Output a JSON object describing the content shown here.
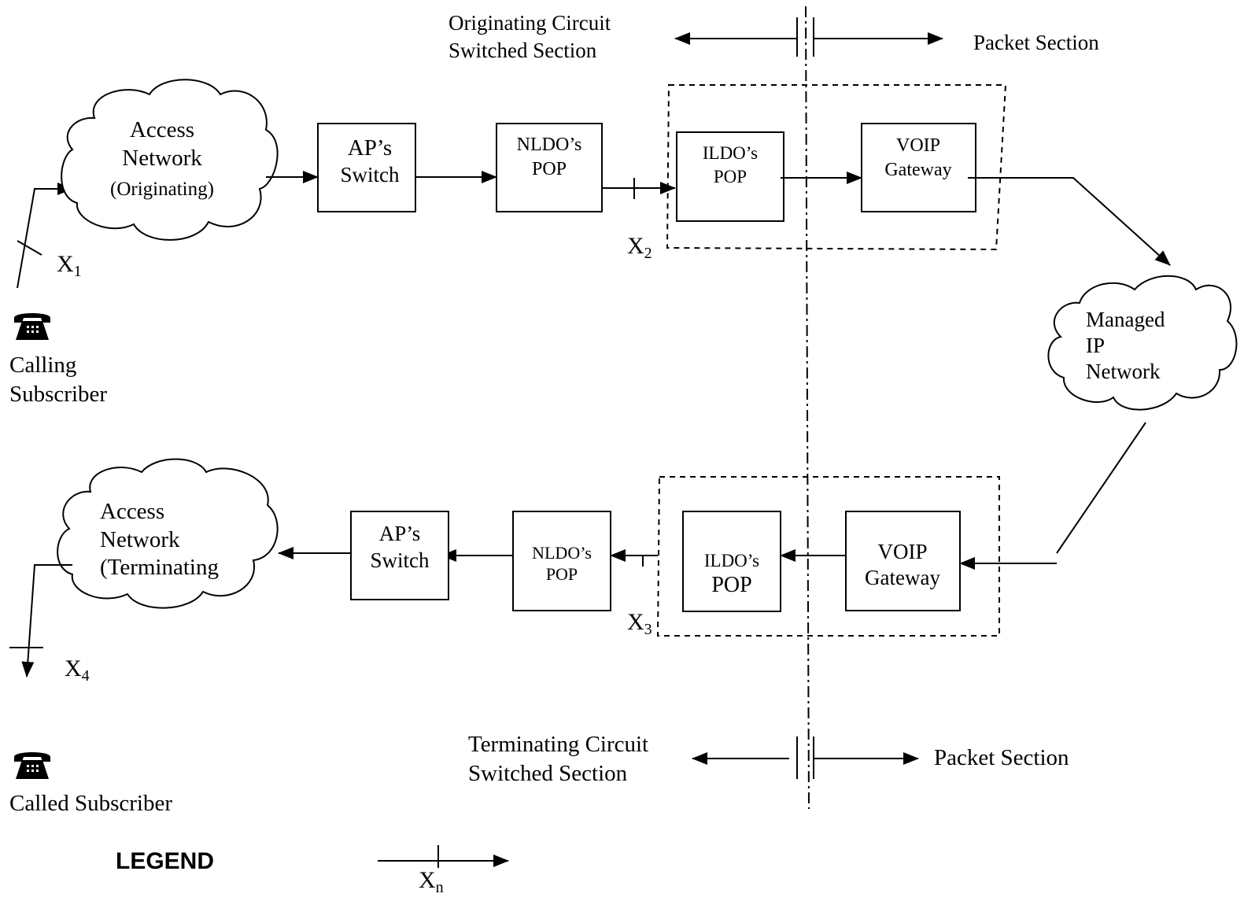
{
  "sections": {
    "top_left": [
      "Originating Circuit",
      "Switched Section"
    ],
    "top_right": "Packet Section",
    "bottom_left": [
      "Terminating Circuit",
      "Switched Section"
    ],
    "bottom_right": "Packet Section"
  },
  "top_path": {
    "access_network": [
      "Access",
      "Network",
      "(Originating)"
    ],
    "ap_switch": [
      "AP’s",
      "Switch"
    ],
    "nldo_pop": [
      "NLDO’s",
      "POP"
    ],
    "ildo_pop": [
      "ILDO’s",
      "POP"
    ],
    "voip_gateway": [
      "VOIP",
      "Gateway"
    ]
  },
  "managed_network": [
    "Managed",
    "IP",
    "Network"
  ],
  "bottom_path": {
    "access_network": [
      "Access",
      "Network",
      "(Terminating"
    ],
    "ap_switch": [
      "AP’s",
      "Switch"
    ],
    "nldo_pop": [
      "NLDO’s",
      "POP"
    ],
    "ildo_pop": [
      "ILDO’s",
      "POP"
    ],
    "voip_gateway": [
      "VOIP",
      "Gateway"
    ]
  },
  "points": {
    "x1": {
      "base": "X",
      "sub": "1"
    },
    "x2": {
      "base": "X",
      "sub": "2"
    },
    "x3": {
      "base": "X",
      "sub": "3"
    },
    "x4": {
      "base": "X",
      "sub": "4"
    },
    "xn": {
      "base": "X",
      "sub": "n"
    }
  },
  "subscribers": {
    "calling": [
      "Calling",
      "Subscriber"
    ],
    "called": "Called Subscriber",
    "icon": "telephone-icon"
  },
  "legend": {
    "title": "LEGEND"
  }
}
